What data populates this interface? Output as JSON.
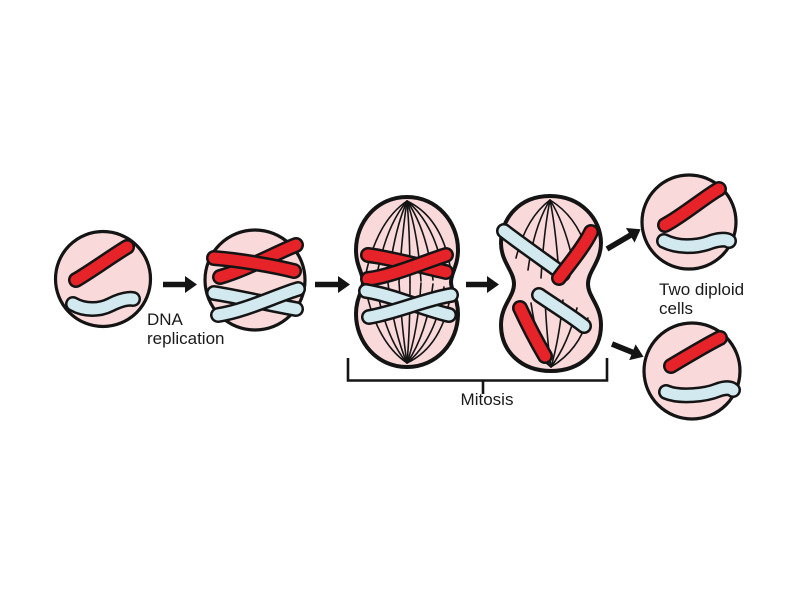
{
  "diagram": {
    "labels": {
      "dna_replication_line1": "DNA",
      "dna_replication_line2": "replication",
      "mitosis": "Mitosis",
      "two_diploid_line1": "Two diploid",
      "two_diploid_line2": "cells"
    },
    "colors": {
      "background": "#ffffff",
      "cell_fill": "#f9d9da",
      "outline": "#141414",
      "chromosome_red": "#e52329",
      "chromosome_blue": "#d2e9f0",
      "text": "#1a1a1a"
    }
  }
}
